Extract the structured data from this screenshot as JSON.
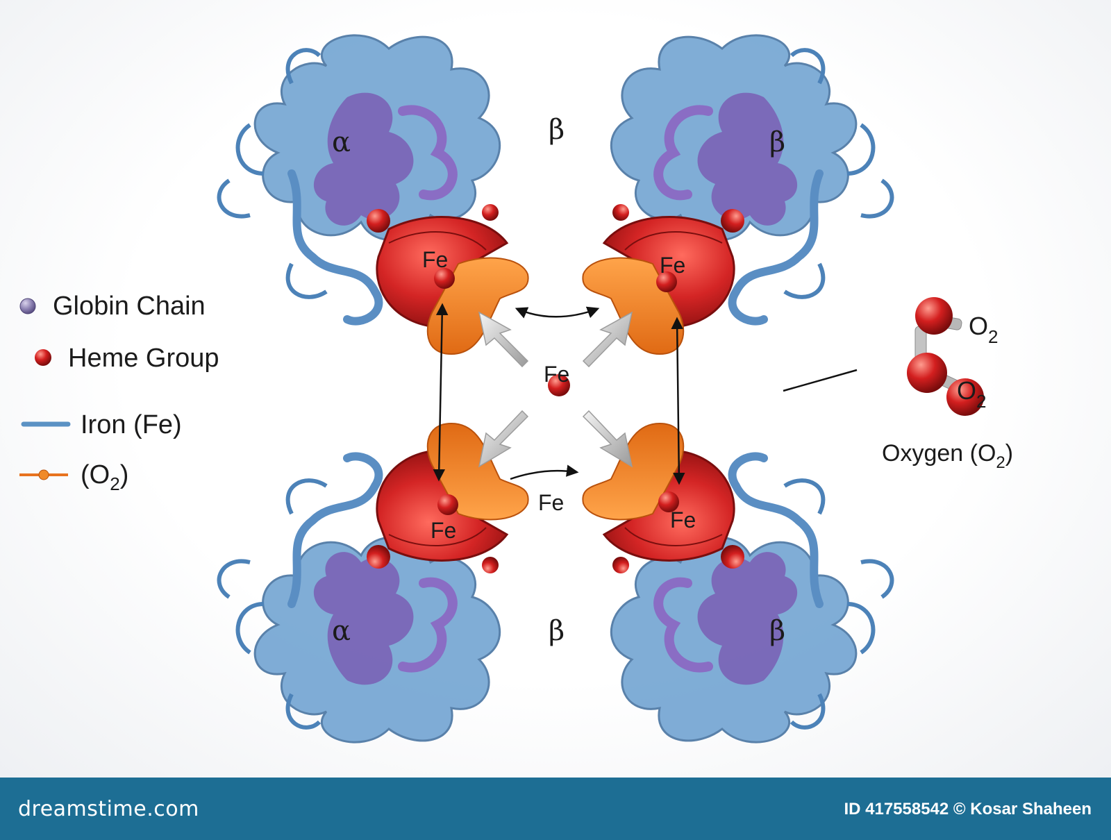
{
  "diagram": {
    "subunits": [
      {
        "greek": "α",
        "position": "top-left"
      },
      {
        "greek": "β",
        "position": "top-center"
      },
      {
        "greek": "β",
        "position": "top-right"
      },
      {
        "greek": "α",
        "position": "bottom-left"
      },
      {
        "greek": "β",
        "position": "bottom-center"
      },
      {
        "greek": "β",
        "position": "bottom-right"
      }
    ],
    "iron_label": "Fe",
    "oxygen_panel": {
      "o2_label_1": "O",
      "o2_label_2": "O",
      "subscript": "2",
      "caption": "Oxygen (O",
      "caption_sub": "2",
      "caption_end": ")"
    }
  },
  "legend": {
    "items": [
      {
        "label": "Globin Chain",
        "symbol": "purple-sphere-icon",
        "color": "#8a7fb0"
      },
      {
        "label": "Heme Group",
        "symbol": "red-sphere-icon",
        "color": "#d31f1f"
      },
      {
        "label": "Iron (Fe)",
        "symbol": "blue-line-icon",
        "color": "#5b92c4"
      },
      {
        "label": "(O",
        "sub": "2",
        "end": ")",
        "symbol": "orange-line-dot-icon",
        "color": "#e8731f"
      }
    ]
  },
  "colors": {
    "ribbon_light": "#6a9fd0",
    "ribbon_dark": "#7a63b6",
    "heme_red": "#d42525",
    "o2_orange": "#f08a2a",
    "footer": "#1d6e94"
  },
  "footer": {
    "brand": "dreamstime.com",
    "credit": "ID 417558542 © Kosar Shaheen"
  }
}
